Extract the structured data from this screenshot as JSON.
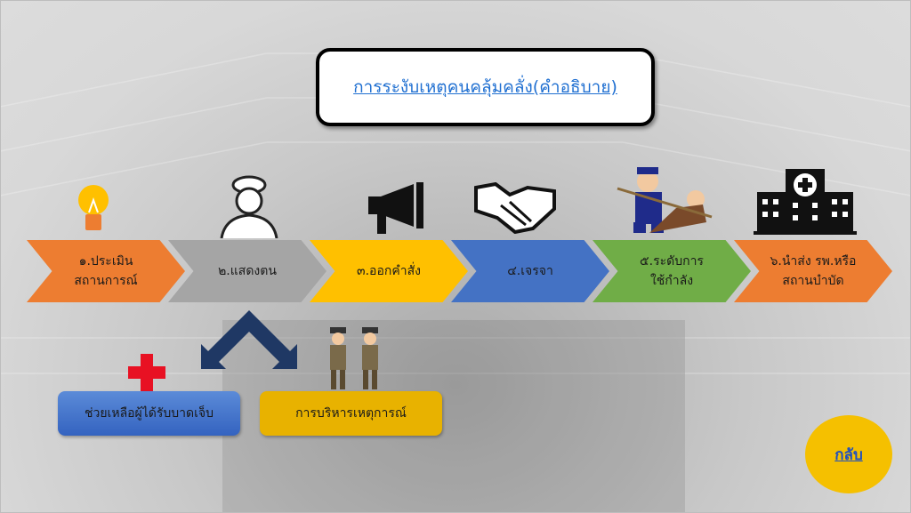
{
  "title": "การระงับเหตุคนคลุ้มคลั่ง(คำอธิบาย)",
  "steps": [
    {
      "line1": "๑.ประเมิน",
      "line2": "สถานการณ์",
      "color": "#ed7d31"
    },
    {
      "line1": "๒.แสดงตน",
      "line2": "",
      "color": "#a5a5a5"
    },
    {
      "line1": "๓.ออกคำสั่ง",
      "line2": "",
      "color": "#ffc000"
    },
    {
      "line1": "๔.เจรจา",
      "line2": "",
      "color": "#4472c4"
    },
    {
      "line1": "๕.ระดับการ",
      "line2": "ใช้กำลัง",
      "color": "#70ad47"
    },
    {
      "line1": "๖.นำส่ง รพ.หรือ",
      "line2": "สถานบำบัด",
      "color": "#ed7d31"
    }
  ],
  "sub_buttons": {
    "help_injured": "ช่วยเหลือผู้ได้รับบาดเจ็บ",
    "incident_management": "การบริหารเหตุการณ์"
  },
  "back_label": "กลับ"
}
